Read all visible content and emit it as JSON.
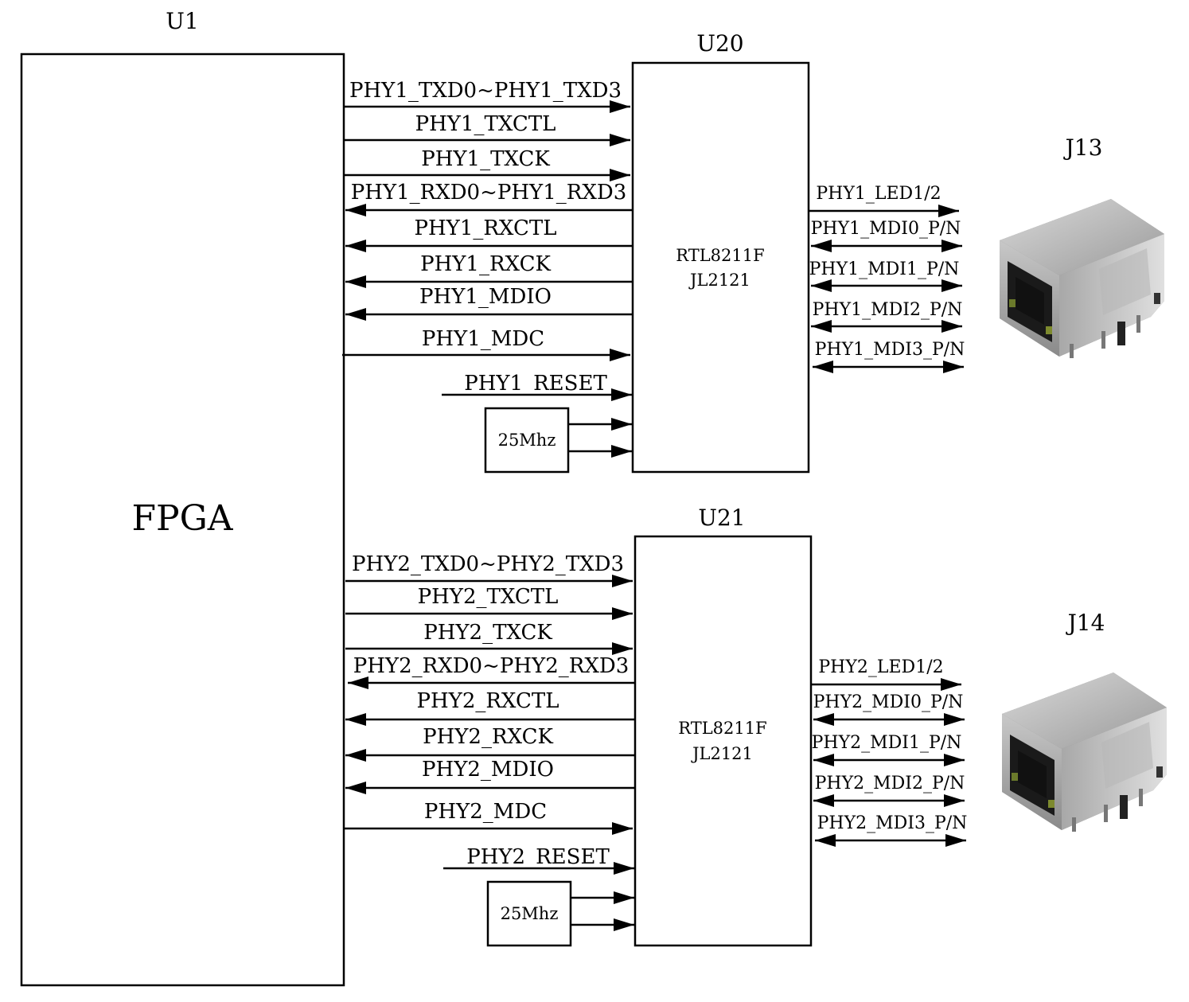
{
  "fpga": {
    "ref": "U1",
    "label": "FPGA"
  },
  "phy_blocks": [
    {
      "ref": "U20",
      "chip_lines": [
        "RTL8211F",
        "JL2121"
      ],
      "oscillator": "25Mhz",
      "reset": "PHY1_RESET",
      "connector": "J13",
      "left_signals": [
        {
          "label": "PHY1_TXD0~PHY1_TXD3",
          "dir": "to-phy"
        },
        {
          "label": "PHY1_TXCTL",
          "dir": "to-phy"
        },
        {
          "label": "PHY1_TXCK",
          "dir": "to-phy"
        },
        {
          "label": "PHY1_RXD0~PHY1_RXD3",
          "dir": "to-fpga"
        },
        {
          "label": "PHY1_RXCTL",
          "dir": "to-fpga"
        },
        {
          "label": "PHY1_RXCK",
          "dir": "to-fpga"
        },
        {
          "label": "PHY1_MDIO",
          "dir": "to-fpga"
        },
        {
          "label": "PHY1_MDC",
          "dir": "to-phy"
        }
      ],
      "right_signals": [
        {
          "label": "PHY1_LED1/2",
          "dir": "to-connector"
        },
        {
          "label": "PHY1_MDI0_P/N",
          "dir": "bidirectional"
        },
        {
          "label": "PHY1_MDI1_P/N",
          "dir": "bidirectional"
        },
        {
          "label": "PHY1_MDI2_P/N",
          "dir": "bidirectional"
        },
        {
          "label": "PHY1_MDI3_P/N",
          "dir": "bidirectional"
        }
      ]
    },
    {
      "ref": "U21",
      "chip_lines": [
        "RTL8211F",
        "JL2121"
      ],
      "oscillator": "25Mhz",
      "reset": "PHY2_RESET",
      "connector": "J14",
      "left_signals": [
        {
          "label": "PHY2_TXD0~PHY2_TXD3",
          "dir": "to-phy"
        },
        {
          "label": "PHY2_TXCTL",
          "dir": "to-phy"
        },
        {
          "label": "PHY2_TXCK",
          "dir": "to-phy"
        },
        {
          "label": "PHY2_RXD0~PHY2_RXD3",
          "dir": "to-fpga"
        },
        {
          "label": "PHY2_RXCTL",
          "dir": "to-fpga"
        },
        {
          "label": "PHY2_RXCK",
          "dir": "to-fpga"
        },
        {
          "label": "PHY2_MDIO",
          "dir": "to-fpga"
        },
        {
          "label": "PHY2_MDC",
          "dir": "to-phy"
        }
      ],
      "right_signals": [
        {
          "label": "PHY2_LED1/2",
          "dir": "to-connector"
        },
        {
          "label": "PHY2_MDI0_P/N",
          "dir": "bidirectional"
        },
        {
          "label": "PHY2_MDI1_P/N",
          "dir": "bidirectional"
        },
        {
          "label": "PHY2_MDI2_P/N",
          "dir": "bidirectional"
        },
        {
          "label": "PHY2_MDI3_P/N",
          "dir": "bidirectional"
        }
      ]
    }
  ]
}
